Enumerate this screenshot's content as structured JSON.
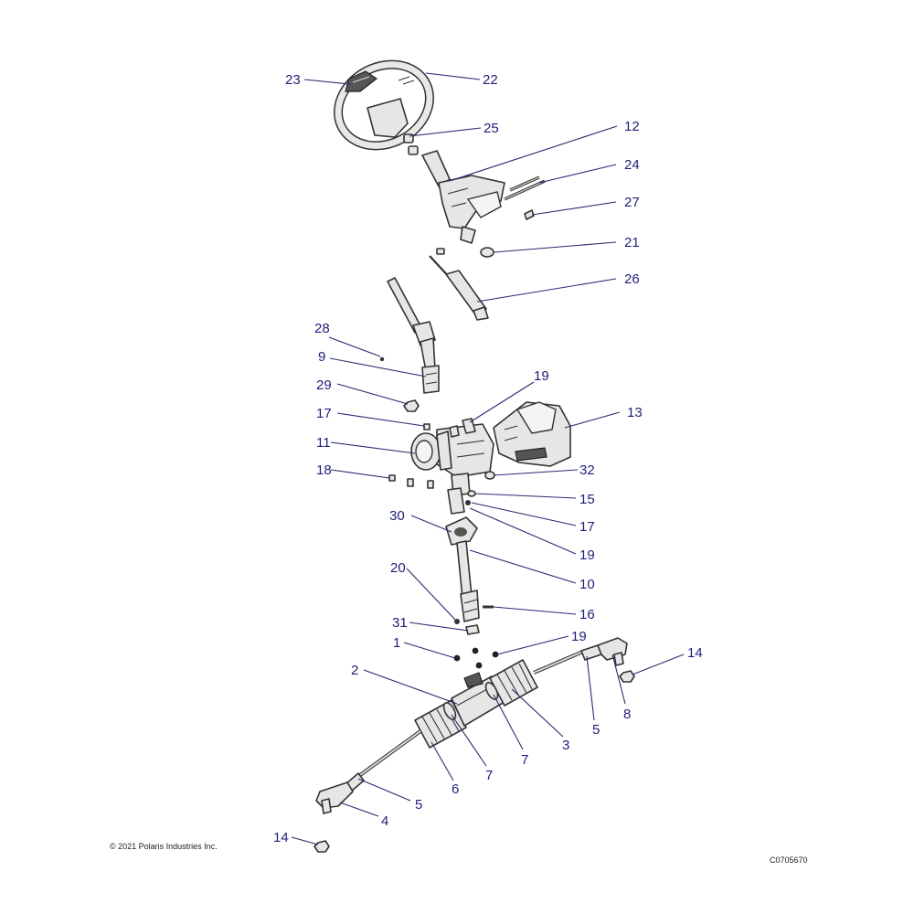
{
  "diagram": {
    "callouts": [
      {
        "id": "c1",
        "label": "23"
      },
      {
        "id": "c2",
        "label": "22"
      },
      {
        "id": "c3",
        "label": "25"
      },
      {
        "id": "c4",
        "label": "12"
      },
      {
        "id": "c5",
        "label": "24"
      },
      {
        "id": "c6",
        "label": "27"
      },
      {
        "id": "c7",
        "label": "21"
      },
      {
        "id": "c8",
        "label": "26"
      },
      {
        "id": "c9",
        "label": "28"
      },
      {
        "id": "c10",
        "label": "9"
      },
      {
        "id": "c11",
        "label": "29"
      },
      {
        "id": "c12",
        "label": "19"
      },
      {
        "id": "c13",
        "label": "13"
      },
      {
        "id": "c14",
        "label": "17"
      },
      {
        "id": "c15",
        "label": "11"
      },
      {
        "id": "c16",
        "label": "18"
      },
      {
        "id": "c17",
        "label": "32"
      },
      {
        "id": "c18",
        "label": "15"
      },
      {
        "id": "c19",
        "label": "17"
      },
      {
        "id": "c20",
        "label": "30"
      },
      {
        "id": "c21",
        "label": "19"
      },
      {
        "id": "c22",
        "label": "10"
      },
      {
        "id": "c23",
        "label": "20"
      },
      {
        "id": "c24",
        "label": "16"
      },
      {
        "id": "c25",
        "label": "31"
      },
      {
        "id": "c26",
        "label": "19"
      },
      {
        "id": "c27",
        "label": "1"
      },
      {
        "id": "c28",
        "label": "14"
      },
      {
        "id": "c29",
        "label": "2"
      },
      {
        "id": "c30",
        "label": "8"
      },
      {
        "id": "c31",
        "label": "5"
      },
      {
        "id": "c32",
        "label": "3"
      },
      {
        "id": "c33",
        "label": "7"
      },
      {
        "id": "c34",
        "label": "7"
      },
      {
        "id": "c35",
        "label": "6"
      },
      {
        "id": "c36",
        "label": "5"
      },
      {
        "id": "c37",
        "label": "4"
      },
      {
        "id": "c38",
        "label": "14"
      }
    ]
  },
  "footer": {
    "copyright": "© 2021 Polaris Industries Inc.",
    "drawing_code": "C0705670"
  }
}
